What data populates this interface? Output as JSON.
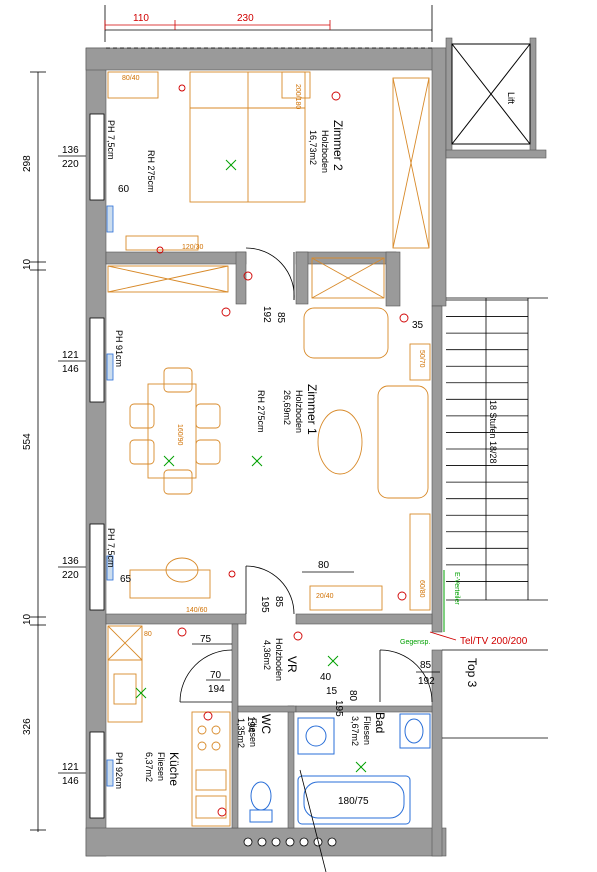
{
  "dims": {
    "top": [
      "110",
      "230"
    ],
    "left_heights": [
      "298",
      "10",
      "554",
      "10",
      "326"
    ],
    "win1": [
      "136",
      "220"
    ],
    "win2": [
      "121",
      "146"
    ],
    "win3": [
      "136",
      "220"
    ],
    "win4": [
      "121",
      "146"
    ],
    "door_z2": [
      "85",
      "192"
    ],
    "door_bad": [
      "85",
      "192"
    ],
    "door_vr": [
      "85",
      "195"
    ],
    "door_bad2": [
      "80",
      "195"
    ],
    "door_kue": [
      "70",
      "194"
    ],
    "door_wc": [
      "194",
      "70"
    ],
    "d35": "35",
    "d60": "60",
    "d65": "65",
    "d75": "75",
    "d80": "80",
    "d40": "40",
    "d15": "15"
  },
  "rooms": {
    "zimmer2": {
      "name": "Zimmer 2",
      "floor": "Holzboden",
      "area": "16,73m2",
      "rh": "RH 275cm",
      "ph": "PH 7,5cm"
    },
    "zimmer1": {
      "name": "Zimmer 1",
      "floor": "Holzboden",
      "area": "26,69m2",
      "rh": "RH 275cm",
      "ph": "PH 91cm",
      "ph2": "PH 7,5cm"
    },
    "vr": {
      "name": "VR",
      "floor": "Holzboden",
      "area": "4,36m2"
    },
    "bad": {
      "name": "Bad",
      "floor": "Fliesen",
      "area": "3,67m2"
    },
    "wc": {
      "name": "WC",
      "floor": "Fliesen",
      "area": "1,35m2"
    },
    "kueche": {
      "name": "Küche",
      "floor": "Fliesen",
      "area": "6,37m2",
      "ph": "PH 92cm"
    }
  },
  "labels": {
    "lift": "Lift",
    "stairs": "18 Stufen 18/28",
    "top3": "Top 3",
    "teltv": "Tel/TV 200/200",
    "everteiler": "E-Verteiler",
    "gegensprech": "Gegensp.",
    "tub": "180/75",
    "table": "160/90",
    "f8040": "80/40",
    "f200180": "200/180",
    "f12030": "120/30",
    "f14060": "140/60",
    "f2040": "20/40",
    "f6080": "60/80",
    "f5070": "50/70",
    "f80": "80",
    "wc_label": "WC",
    "rh": "RH"
  },
  "colors": {
    "wall": "#888888",
    "furniture": "#d88a2a",
    "red": "#d00000",
    "green": "#00a000",
    "blue": "#2a6fd8"
  }
}
